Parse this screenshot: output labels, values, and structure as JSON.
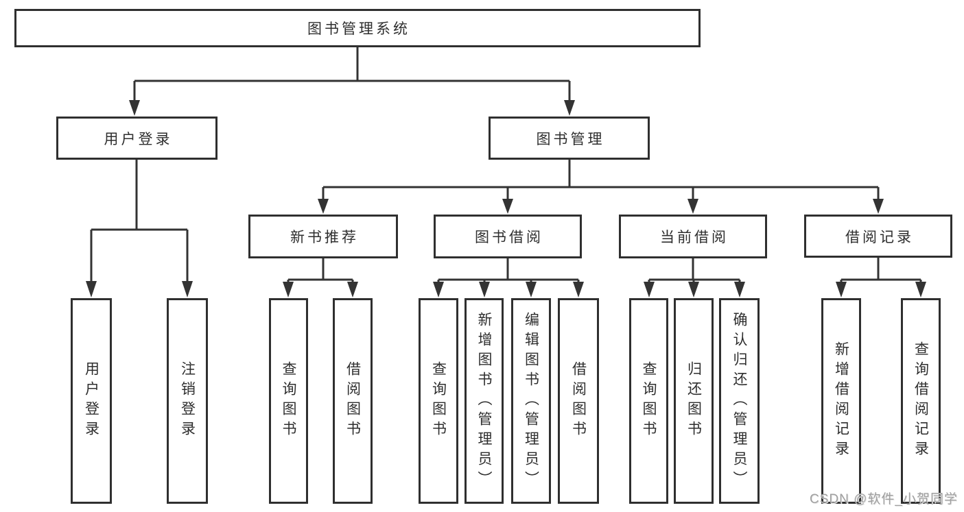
{
  "tree": {
    "root": {
      "label": "图书管理系统",
      "children": [
        {
          "label": "用户登录",
          "children": [
            {
              "label": "用户登录"
            },
            {
              "label": "注销登录"
            }
          ]
        },
        {
          "label": "图书管理",
          "children": [
            {
              "label": "新书推荐",
              "children": [
                {
                  "label": "查询图书"
                },
                {
                  "label": "借阅图书"
                }
              ]
            },
            {
              "label": "图书借阅",
              "children": [
                {
                  "label": "查询图书"
                },
                {
                  "label": "新增图书（管理员）"
                },
                {
                  "label": "编辑图书（管理员）"
                },
                {
                  "label": "借阅图书"
                }
              ]
            },
            {
              "label": "当前借阅",
              "children": [
                {
                  "label": "查询图书"
                },
                {
                  "label": "归还图书"
                },
                {
                  "label": "确认归还（管理员）"
                }
              ]
            },
            {
              "label": "借阅记录",
              "children": [
                {
                  "label": "新增借阅记录"
                },
                {
                  "label": "查询借阅记录"
                }
              ]
            }
          ]
        }
      ]
    }
  },
  "watermark": {
    "text": "CSDN @软件_小贺同学"
  },
  "colors": {
    "line": "#333333",
    "box_border": "#2f2f2f",
    "text": "#2e2e2e",
    "watermark": "#a0a0a0",
    "background": "#ffffff"
  }
}
